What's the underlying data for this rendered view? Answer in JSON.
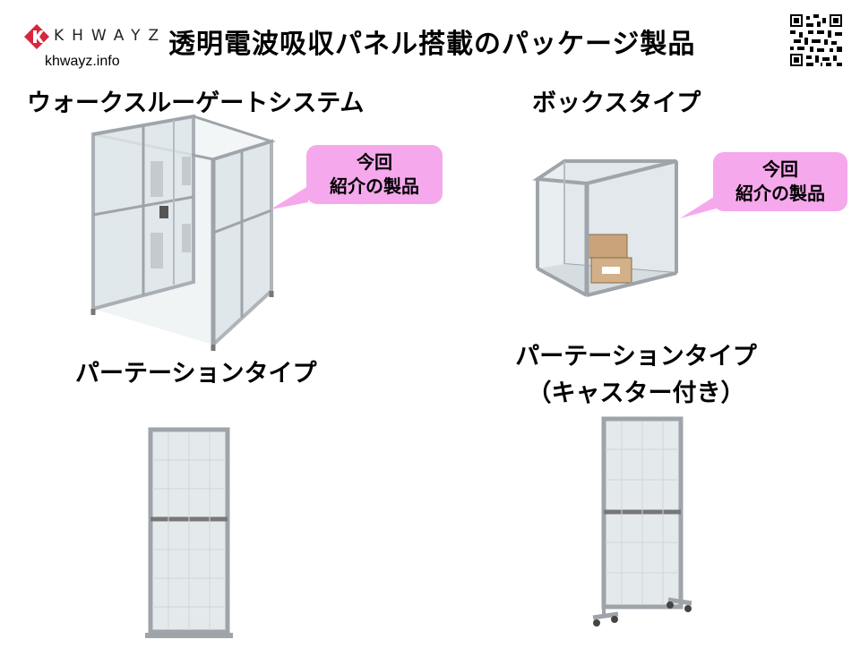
{
  "header": {
    "logo_text": "KHWAYZ",
    "logo_url": "khwayz.info",
    "title": "透明電波吸収パネル搭載のパッケージ製品"
  },
  "products": [
    {
      "label": "ウォークスルーゲートシステム"
    },
    {
      "label": "ボックスタイプ"
    },
    {
      "label": "パーテーションタイプ"
    },
    {
      "label_line1": "パーテーションタイプ",
      "label_line2": "（キャスター付き）"
    }
  ],
  "callouts": [
    {
      "line1": "今回",
      "line2": "紹介の製品"
    },
    {
      "line1": "今回",
      "line2": "紹介の製品"
    }
  ],
  "colors": {
    "callout_bg": "#f6a8ec",
    "logo_red": "#d7263d",
    "frame": "#9ea4aa"
  },
  "icons": {
    "logo": "khwayz-k-logo-icon",
    "qr": "qr-code-icon"
  }
}
